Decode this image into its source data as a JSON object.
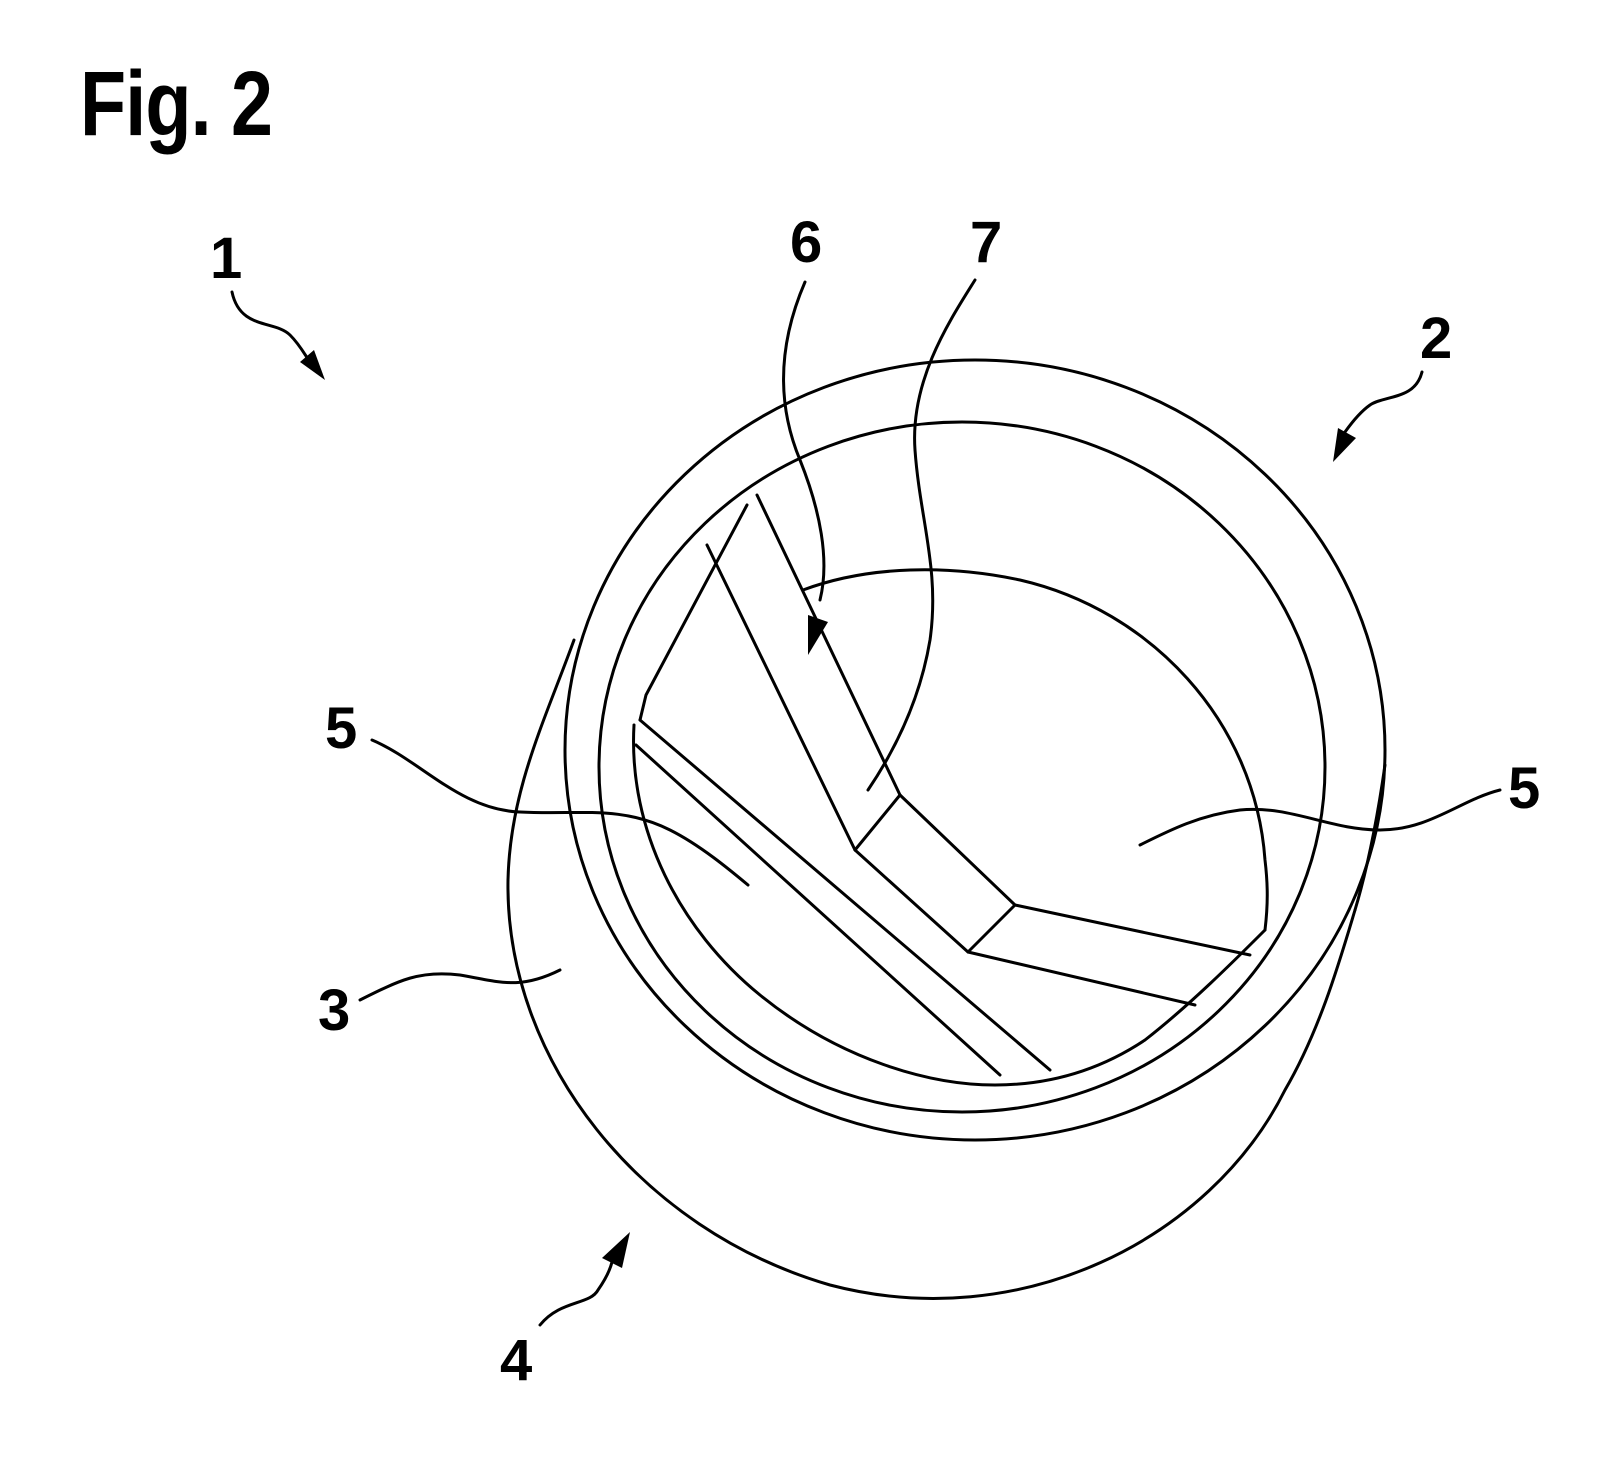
{
  "figure": {
    "title": "Fig. 2"
  },
  "labels": {
    "ref_1": "1",
    "ref_2": "2",
    "ref_3": "3",
    "ref_4": "4",
    "ref_5_left": "5",
    "ref_5_right": "5",
    "ref_6": "6",
    "ref_7": "7"
  },
  "colors": {
    "line": "#000000",
    "background": "#ffffff"
  }
}
